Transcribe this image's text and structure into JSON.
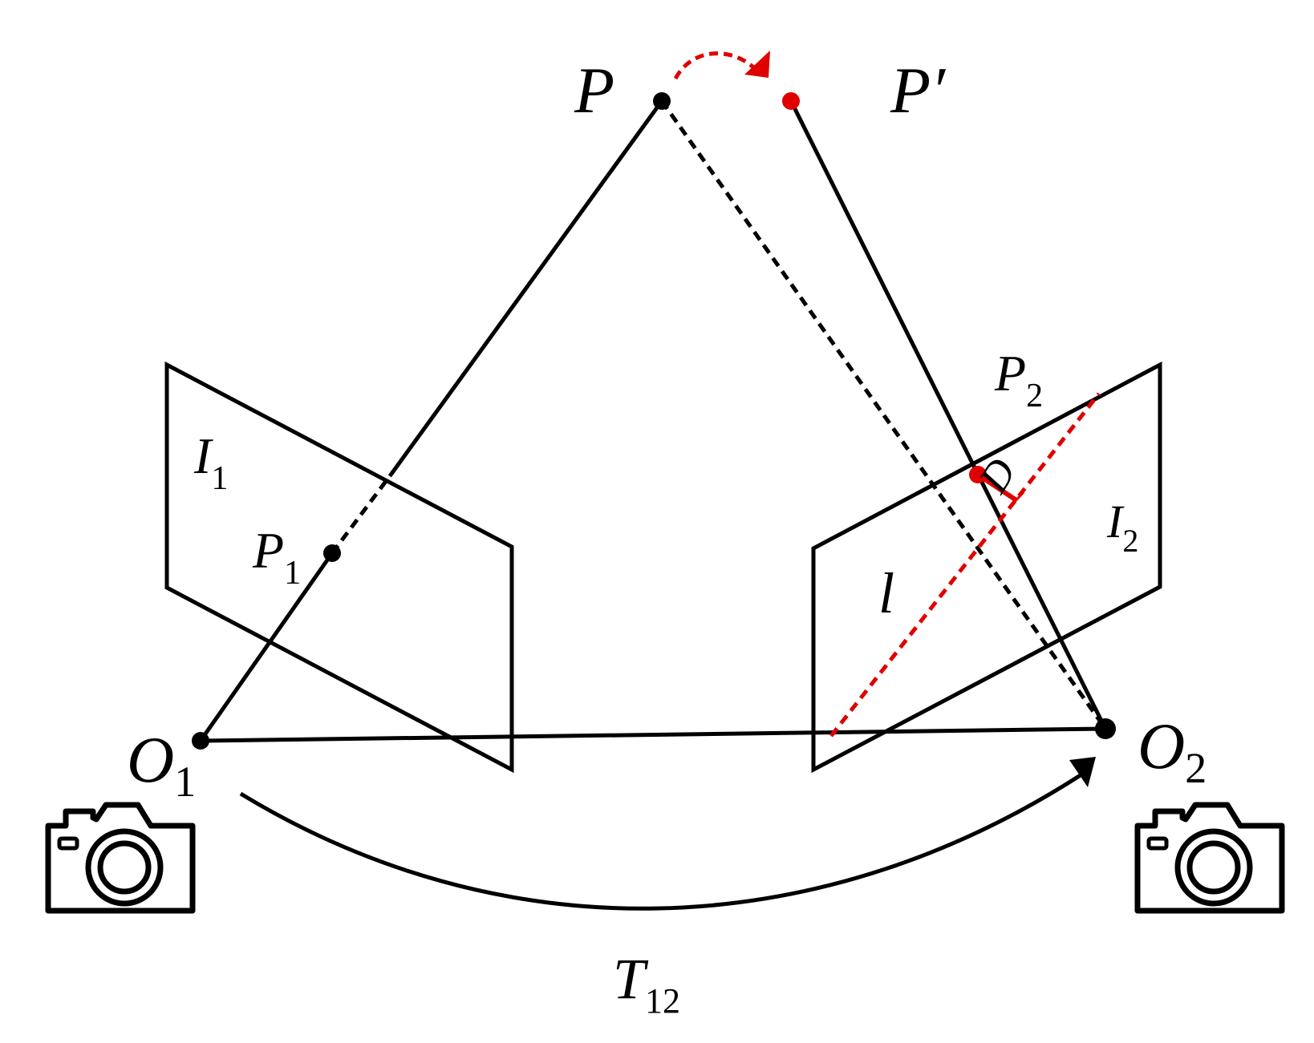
{
  "colors": {
    "ink": "#000000",
    "accent": "#e00000",
    "background": "#ffffff"
  },
  "labels": {
    "P": {
      "base": "P",
      "sub": ""
    },
    "P_prime": {
      "base": "P′",
      "sub": ""
    },
    "P1": {
      "base": "P",
      "sub": "1"
    },
    "P2": {
      "base": "P",
      "sub": "2"
    },
    "I1": {
      "base": "I",
      "sub": "1"
    },
    "I2": {
      "base": "I",
      "sub": "2"
    },
    "O1": {
      "base": "O",
      "sub": "1"
    },
    "O2": {
      "base": "O",
      "sub": "2"
    },
    "l": {
      "base": "l",
      "sub": ""
    },
    "D": {
      "base": "D",
      "sub": ""
    },
    "T12": {
      "base": "T",
      "sub": "12"
    }
  },
  "icons": {
    "camera_left": "camera-icon",
    "camera_right": "camera-icon"
  }
}
